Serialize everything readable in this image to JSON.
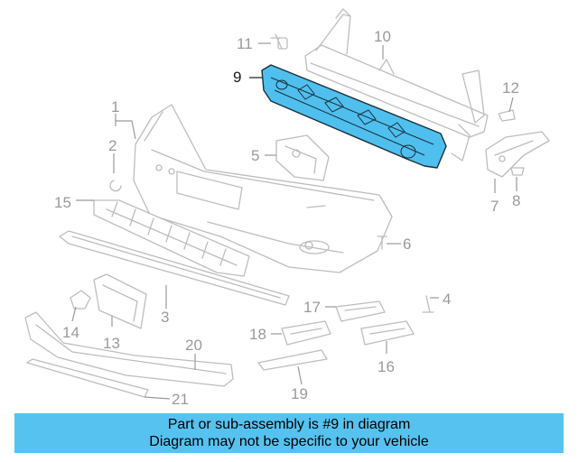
{
  "callouts": {
    "c1": "1",
    "c2": "2",
    "c3": "3",
    "c4": "4",
    "c5": "5",
    "c6": "6",
    "c7": "7",
    "c8": "8",
    "c9": "9",
    "c10": "10",
    "c11": "11",
    "c12": "12",
    "c13": "13",
    "c14": "14",
    "c15": "15",
    "c16": "16",
    "c17": "17",
    "c18": "18",
    "c19": "19",
    "c20": "20",
    "c21": "21"
  },
  "highlighted_part": "9",
  "highlight_color": "#4fc0ee",
  "banner": {
    "line1": "Part or sub-assembly is #9 in diagram",
    "line2": "Diagram may not be specific to your vehicle",
    "background": "#56c2f0"
  }
}
